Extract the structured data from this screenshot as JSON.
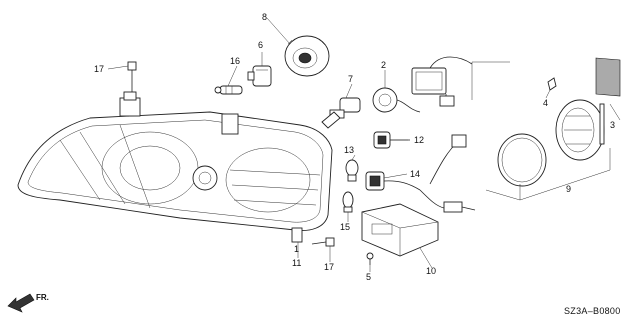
{
  "diagram": {
    "code": "SZ3A–B0800",
    "direction_label": "FR.",
    "colors": {
      "line": "#222222",
      "background": "#ffffff"
    },
    "callouts": [
      {
        "id": "c1",
        "label": "1"
      },
      {
        "id": "c2",
        "label": "2"
      },
      {
        "id": "c3",
        "label": "3"
      },
      {
        "id": "c4",
        "label": "4"
      },
      {
        "id": "c5",
        "label": "5"
      },
      {
        "id": "c6",
        "label": "6"
      },
      {
        "id": "c7",
        "label": "7"
      },
      {
        "id": "c8",
        "label": "8"
      },
      {
        "id": "c9",
        "label": "9"
      },
      {
        "id": "c10",
        "label": "10"
      },
      {
        "id": "c11",
        "label": "11"
      },
      {
        "id": "c12",
        "label": "12"
      },
      {
        "id": "c13",
        "label": "13"
      },
      {
        "id": "c14",
        "label": "14"
      },
      {
        "id": "c15",
        "label": "15"
      },
      {
        "id": "c16",
        "label": "16"
      },
      {
        "id": "c17a",
        "label": "17"
      },
      {
        "id": "c17b",
        "label": "17"
      }
    ]
  }
}
